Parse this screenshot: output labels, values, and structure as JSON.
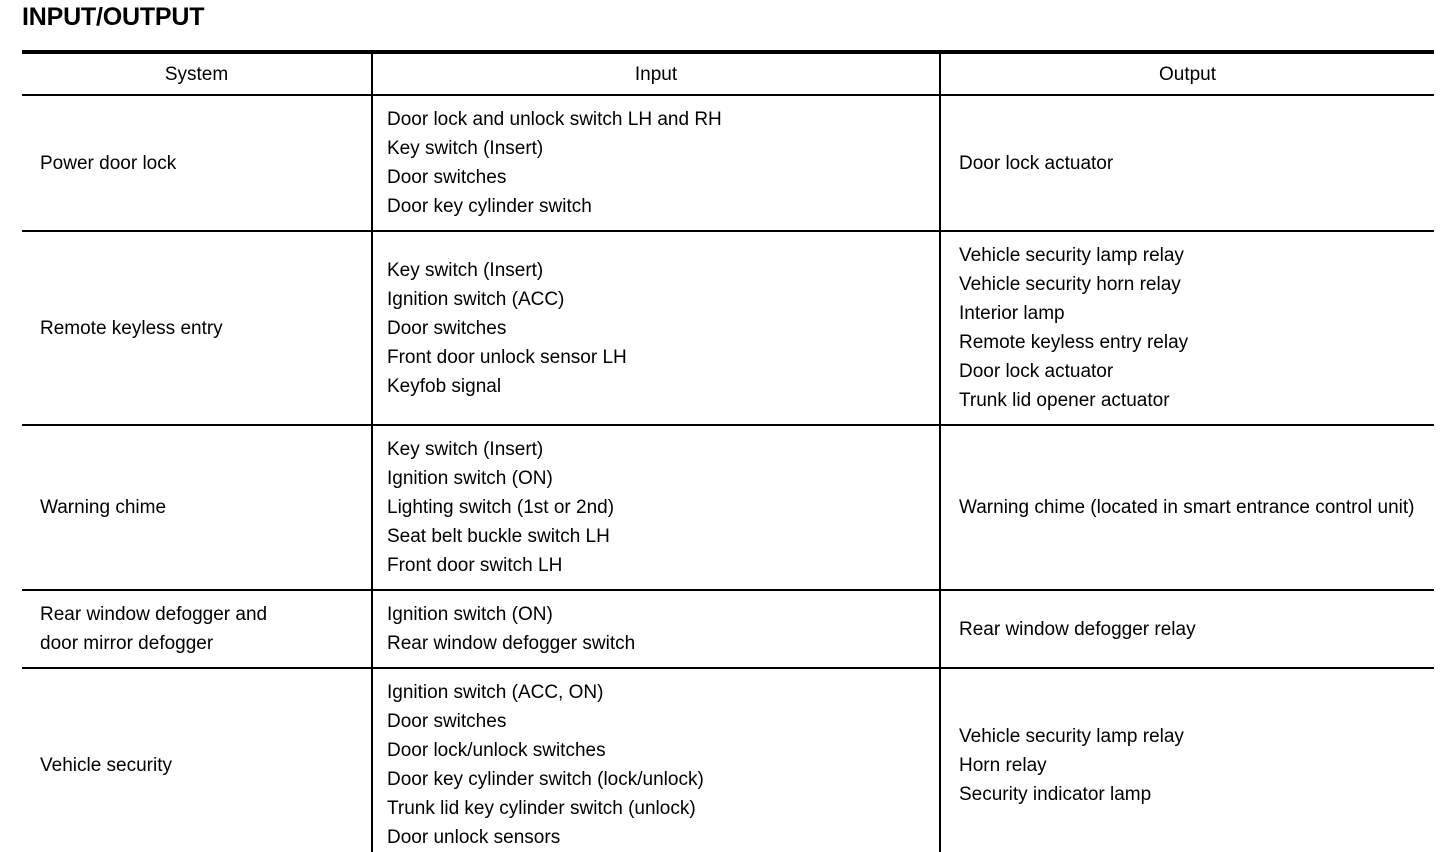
{
  "document": {
    "title": "INPUT/OUTPUT"
  },
  "table": {
    "columns": [
      "System",
      "Input",
      "Output"
    ],
    "rows": [
      {
        "system": [
          "Power door lock"
        ],
        "input": [
          "Door lock and unlock switch LH and RH",
          "Key switch (Insert)",
          "Door switches",
          "Door key cylinder switch"
        ],
        "output": [
          "Door lock actuator"
        ]
      },
      {
        "system": [
          "Remote keyless entry"
        ],
        "input": [
          "Key switch (Insert)",
          "Ignition switch (ACC)",
          "Door switches",
          "Front door unlock sensor LH",
          "Keyfob signal"
        ],
        "output": [
          "Vehicle security lamp relay",
          "Vehicle security horn relay",
          "Interior lamp",
          "Remote keyless entry relay",
          "Door lock actuator",
          "Trunk lid opener actuator"
        ]
      },
      {
        "system": [
          "Warning chime"
        ],
        "input": [
          "Key switch (Insert)",
          "Ignition switch (ON)",
          "Lighting switch (1st or 2nd)",
          "Seat belt buckle switch LH",
          "Front door switch LH"
        ],
        "output": [
          "Warning chime (located in smart entrance control unit)"
        ]
      },
      {
        "system": [
          "Rear window defogger and",
          "door mirror defogger"
        ],
        "input": [
          "Ignition switch (ON)",
          "Rear window defogger switch"
        ],
        "output": [
          "Rear window defogger relay"
        ]
      },
      {
        "system": [
          "Vehicle security"
        ],
        "input": [
          "Ignition switch (ACC, ON)",
          "Door switches",
          "Door lock/unlock switches",
          "Door key cylinder switch (lock/unlock)",
          "Trunk lid key cylinder switch (unlock)",
          "Door unlock sensors"
        ],
        "output": [
          "Vehicle security lamp relay",
          "Horn relay",
          "Security indicator lamp"
        ]
      }
    ]
  },
  "style": {
    "rule_color": "#000000",
    "text_color": "#000000",
    "background": "#ffffff"
  }
}
